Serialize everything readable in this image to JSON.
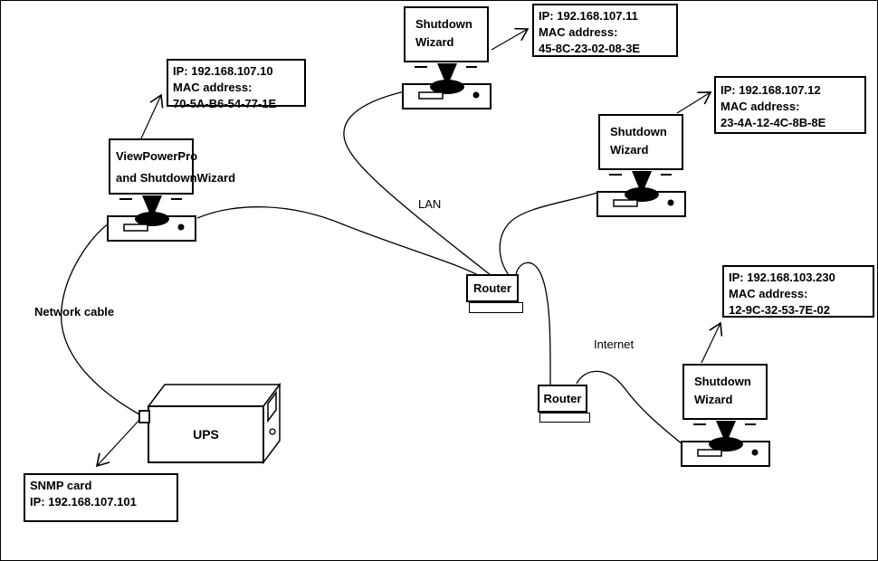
{
  "nodes": {
    "main_pc": {
      "label": "ViewPowerPro\nand ShutdownWizard",
      "address": "IP: 192.168.107.10\nMAC address:\n70-5A-B6-54-77-1E"
    },
    "lan_pc": {
      "label": "Shutdown\nWizard",
      "address": "IP: 192.168.107.11\nMAC address:\n45-8C-23-02-08-3E"
    },
    "lan_pc2": {
      "label": "Shutdown\nWizard",
      "address": "IP: 192.168.107.12\nMAC address:\n23-4A-12-4C-8B-8E"
    },
    "internet_pc": {
      "label": "Shutdown\nWizard",
      "address": "IP: 192.168.103.230\nMAC address:\n12-9C-32-53-7E-02"
    },
    "lan_router": {
      "label": "Router"
    },
    "internet_router": {
      "label": "Router"
    },
    "ups": {
      "label": "UPS",
      "snmp_card": "SNMP card\nIP: 192.168.107.101"
    }
  },
  "edge_labels": {
    "lan": "LAN",
    "internet": "Internet",
    "network_cable": "Network cable"
  },
  "colors": {
    "ink": "#000000",
    "paper": "#ffffff"
  }
}
